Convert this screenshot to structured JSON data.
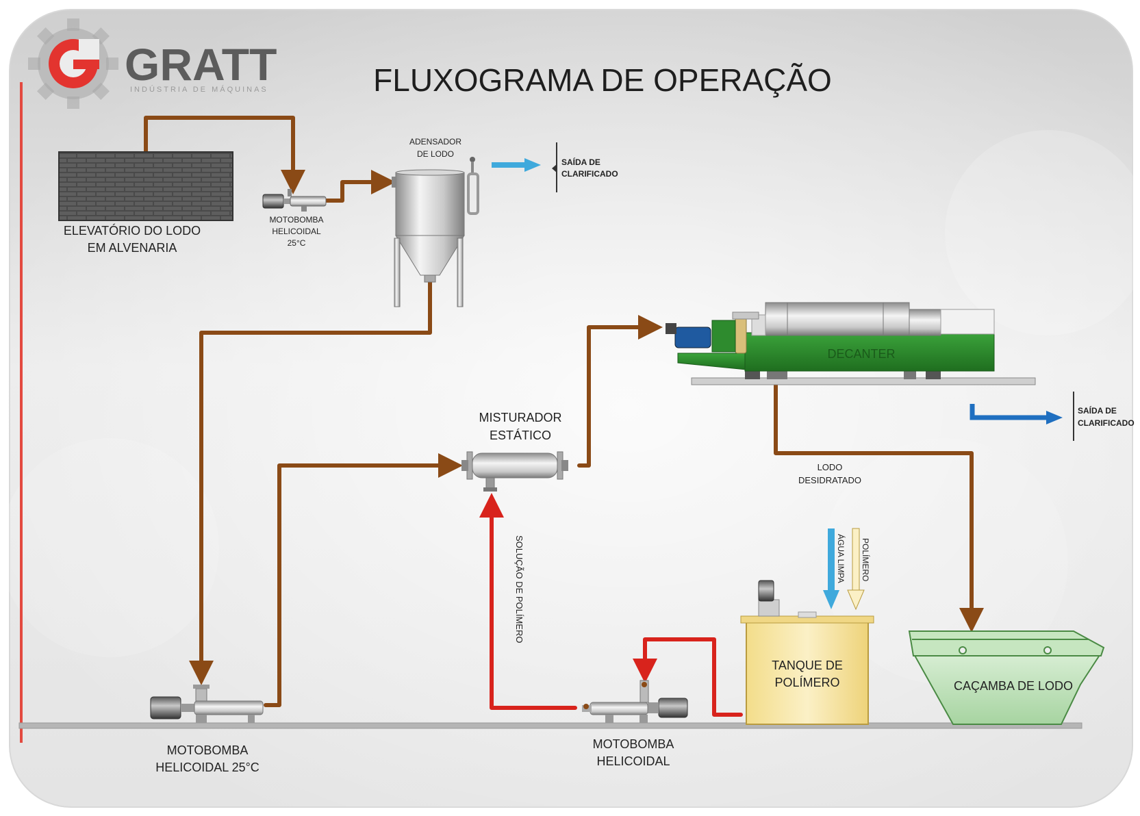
{
  "logo": {
    "letter": "G",
    "name": "GRATT",
    "tagline": "INDÚSTRIA DE MÁQUINAS",
    "colors": {
      "gear": "#9a9a9a",
      "red": "#e3342f",
      "text": "#5c5c5c"
    }
  },
  "title": "FLUXOGRAMA DE OPERAÇÃO",
  "labels": {
    "elevatorio_1": "ELEVATÓRIO DO LODO",
    "elevatorio_2": "EM ALVENARIA",
    "bomba1_1": "MOTOBOMBA",
    "bomba1_2": "HELICOIDAL",
    "bomba1_3": "25°C",
    "adensador_1": "ADENSADOR",
    "adensador_2": "DE LODO",
    "saida1_1": "SAÍDA DE",
    "saida1_2": "CLARIFICADO",
    "decanter": "DECANTER",
    "saida2_1": "SAÍDA DE",
    "saida2_2": "CLARIFICADO",
    "misturador_1": "MISTURADOR",
    "misturador_2": "ESTÁTICO",
    "lodo_1": "LODO",
    "lodo_2": "DESIDRATADO",
    "agua": "ÁGUA LIMPA",
    "polimero": "POLÍMERO",
    "solucao": "SOLUÇÃO DE POLÍMERO",
    "tanque_1": "TANQUE DE",
    "tanque_2": "POLÍMERO",
    "cacamba": "CAÇAMBA DE LODO",
    "bomba2_1": "MOTOBOMBA",
    "bomba2_2": "HELICOIDAL 25°C",
    "bomba3_1": "MOTOBOMBA",
    "bomba3_2": "HELICOIDAL"
  },
  "colors": {
    "sludge_pipe": "#8a4a16",
    "polymer_pipe": "#d8231c",
    "clarified_arrow": "#3fa9dc",
    "clarified_arrow_2": "#1f6fc0",
    "decanter_body": "#2e8b2e",
    "tank": "#f7e7a6",
    "skip": "#b5dcb0",
    "floor": "#b5b5b5"
  }
}
